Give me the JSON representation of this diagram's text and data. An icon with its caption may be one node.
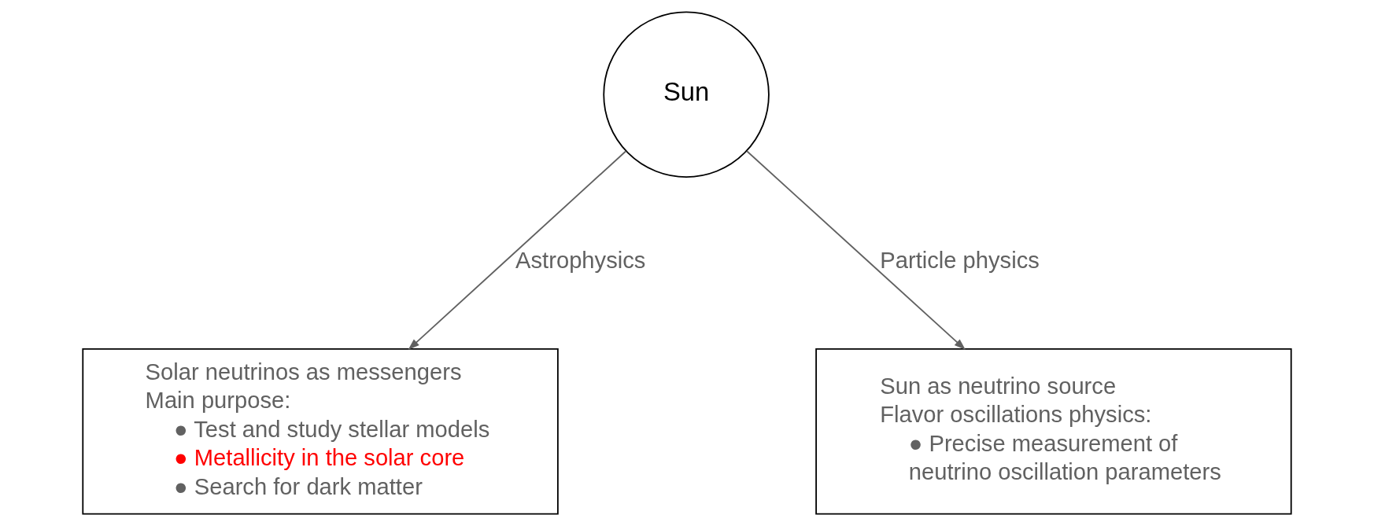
{
  "diagram": {
    "nodes": [
      {
        "text": [
          "Sun"
        ]
      },
      {
        "text": [
          "Solar neutrinos as messengers",
          "Main purpose:",
          "● Test and study stellar models",
          "● Metallicity in the solar core",
          "● Search for dark matter"
        ]
      },
      {
        "text": [
          "Sun as neutrino source",
          "Flavor oscillations physics:",
          "● Precise measurement of neutrino oscillation parameters"
        ]
      }
    ],
    "edges": [
      {
        "from": 0,
        "to": 1,
        "arrow": "to",
        "label": "Astrophysics"
      },
      {
        "from": 0,
        "to": 2,
        "arrow": "to",
        "label": "Particle physics"
      }
    ]
  }
}
